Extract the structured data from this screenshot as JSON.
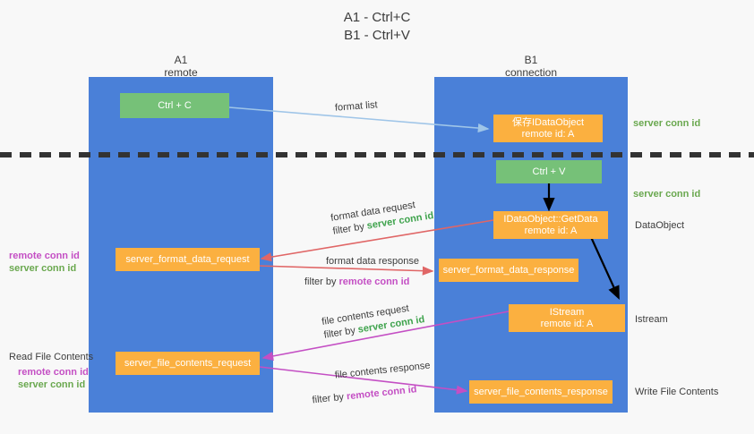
{
  "title": {
    "line1": "A1 - Ctrl+C",
    "line2": "B1 - Ctrl+V"
  },
  "columns": [
    {
      "name": "A1",
      "sub": "remote"
    },
    {
      "name": "B1",
      "sub": "connection"
    }
  ],
  "colors": {
    "lane": "#4a80d8",
    "green_node": "#76c178",
    "orange_node": "#fbb040",
    "server_conn": "#6aa84f",
    "remote_conn": "#c44fc4",
    "arrow_blue": "#9fc5e8",
    "arrow_red": "#e06666",
    "arrow_magenta": "#c44fc4",
    "arrow_black": "#000000",
    "background": "#f8f8f8"
  },
  "nodes": {
    "ctrl_c": {
      "label": "Ctrl + C"
    },
    "save_idataobject": {
      "line1": "保存IDataObject",
      "line2": "remote id: A"
    },
    "ctrl_v": {
      "label": "Ctrl + V"
    },
    "getdata": {
      "line1": "IDataObject::GetData",
      "line2": "remote id: A"
    },
    "format_data_request": {
      "label": "server_format_data_request"
    },
    "format_data_response": {
      "label": "server_format_data_response"
    },
    "istream": {
      "line1": "IStream",
      "line2": "remote id: A"
    },
    "file_contents_request": {
      "label": "server_file_contents_request"
    },
    "file_contents_response": {
      "label": "server_file_contents_response"
    }
  },
  "edge_labels": {
    "format_list": "format list",
    "format_data_request": {
      "line1": "format data request",
      "filter_prefix": "filter by ",
      "filter_key": "server conn id"
    },
    "format_data_response": {
      "line1": "format data response",
      "filter_prefix": "filter by ",
      "filter_key": "remote conn id"
    },
    "file_contents_request": {
      "line1": "file contents request",
      "filter_prefix": "filter by ",
      "filter_key": "server conn id"
    },
    "file_contents_response": {
      "line1": "file contents response",
      "filter_prefix": "filter by ",
      "filter_key": "remote conn id"
    }
  },
  "right_annotations": [
    {
      "text": "server conn id",
      "style": "green"
    },
    {
      "text": "server conn id",
      "style": "green"
    },
    {
      "text": "DataObject",
      "style": "grey"
    },
    {
      "text": "Istream",
      "style": "grey"
    },
    {
      "text": "Write File Contents",
      "style": "grey"
    }
  ],
  "left_annotations": {
    "group1": {
      "remote": "remote conn id",
      "server": "server conn id"
    },
    "group2": {
      "title": "Read File Contents",
      "remote": "remote conn id",
      "server": "server conn id"
    }
  }
}
